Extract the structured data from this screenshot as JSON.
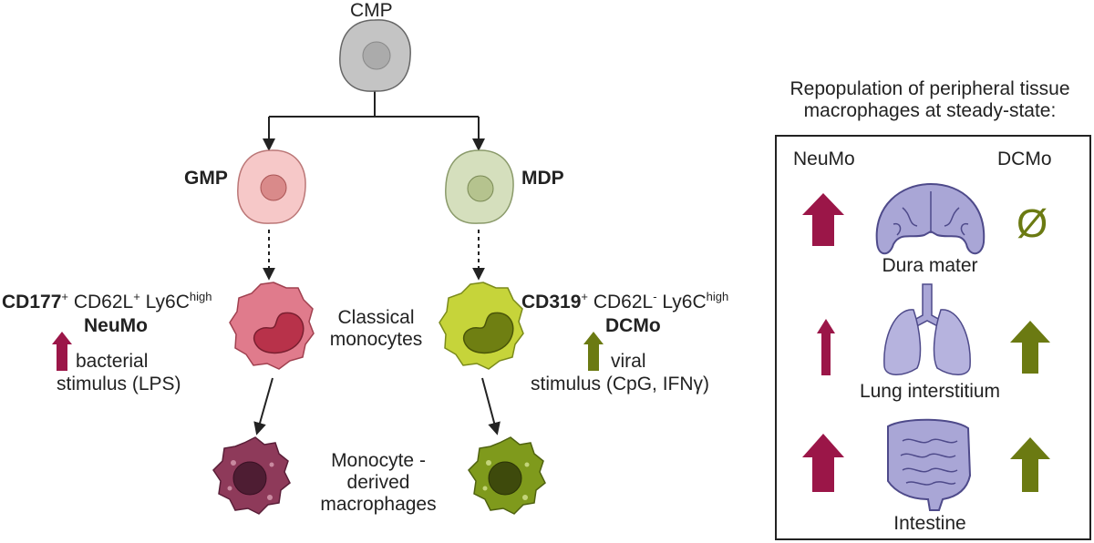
{
  "tree": {
    "cmp": "CMP",
    "gmp": "GMP",
    "mdp": "MDP",
    "classical_label": [
      "Classical",
      "monocytes"
    ],
    "macrophage_label": [
      "Monocyte -",
      "derived",
      "macrophages"
    ]
  },
  "neumo": {
    "marker_1": "CD177",
    "marker_1_sup": "+",
    "marker_2": "CD62L",
    "marker_2_sup": "+",
    "marker_3": "Ly6C",
    "marker_3_sup": "high",
    "name": "NeuMo",
    "stimulus": [
      "bacterial",
      "stimulus (LPS)"
    ]
  },
  "dcmo": {
    "marker_1": "CD319",
    "marker_1_sup": "+",
    "marker_2": "CD62L",
    "marker_2_sup": "-",
    "marker_3": "Ly6C",
    "marker_3_sup": "high",
    "name": "DCMo",
    "stimulus": [
      "viral",
      "stimulus (CpG, IFNγ)"
    ]
  },
  "panel": {
    "title": [
      "Repopulation of peripheral tissue",
      "macrophages at steady-state:"
    ],
    "col_left": "NeuMo",
    "col_right": "DCMo",
    "none_symbol": "Ø",
    "tissues": [
      "Dura mater",
      "Lung interstitium",
      "Intestine"
    ]
  },
  "colors": {
    "neumo_accent": "#9b1648",
    "dcmo_accent": "#6b7a12",
    "cmp_cell": "#c4c4c4",
    "gmp_cell": "#f6c8c8",
    "mdp_cell": "#d5dfbd",
    "neumo_monocyte": "#e07b8c",
    "dcmo_monocyte": "#c6d43a",
    "neumo_macrophage": "#8e3a5a",
    "dcmo_macrophage": "#7f9a1c",
    "organ": "#a9a6d6"
  }
}
